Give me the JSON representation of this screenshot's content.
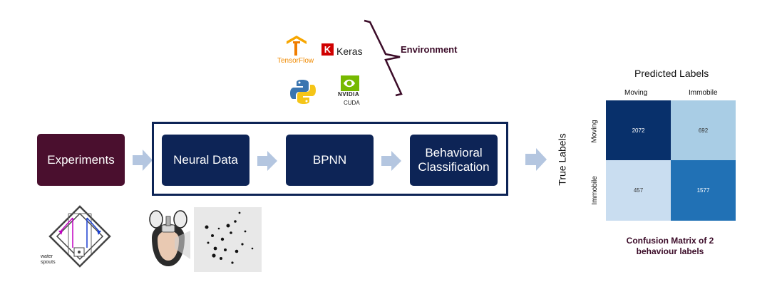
{
  "environment": {
    "label": "Environment",
    "tools": {
      "tensorflow": "TensorFlow",
      "keras": "Keras",
      "nvidia": "NVIDIA",
      "cuda": "CUDA"
    }
  },
  "pipeline": {
    "input": "Experiments",
    "stages": [
      "Neural Data",
      "BPNN",
      "Behavioral Classification"
    ]
  },
  "maze": {
    "label_line1": "water",
    "label_line2": "spouts"
  },
  "confusion_matrix": {
    "title": "Predicted Labels",
    "y_title": "True Labels",
    "columns": [
      "Moving",
      "Immobile"
    ],
    "rows": [
      "Moving",
      "Immobile"
    ],
    "values": [
      [
        "2072",
        "692"
      ],
      [
        "457",
        "1577"
      ]
    ],
    "cell_colors": [
      [
        "#08306b",
        "#a9cde5"
      ],
      [
        "#c9ddf0",
        "#2171b5"
      ]
    ],
    "caption_line1": "Confusion Matrix of 2",
    "caption_line2": "behaviour labels"
  }
}
